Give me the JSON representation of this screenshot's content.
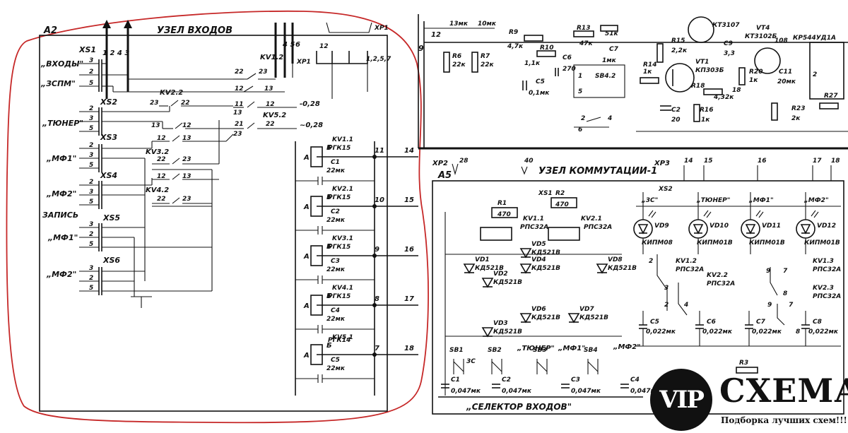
{
  "left_block": {
    "id": "A2",
    "title": "УЗЕЛ ВХОДОВ",
    "xp1": "XP1",
    "xs1": "XS1",
    "xs2": "XS2",
    "xs3": "XS3",
    "xs4": "XS4",
    "xs5": "XS5",
    "xs6": "XS6",
    "in_vhody": "„ВХОДЫ\"",
    "in_zspm": "„ЗСПМ\"",
    "in_tuner": "„ТЮНЕР\"",
    "in_mf1": "„МФ1\"",
    "in_mf2": "„МФ2\"",
    "zapis": "ЗАПИСЬ",
    "in_mf1b": "„МФ1\"",
    "in_mf2b": "„МФ2\"",
    "kv12": "KV1.2",
    "kv22": "KV2.2",
    "kv32": "KV3.2",
    "kv42": "KV4.2",
    "kv52": "KV5.2",
    "v028a": "-0,28",
    "v028b": "~0,28",
    "relays": [
      {
        "name": "KV1.1",
        "type": "РГК15",
        "cap": "C1",
        "cval": "22мк",
        "n1": "11",
        "n2": "14"
      },
      {
        "name": "KV2.1",
        "type": "РГК15",
        "cap": "C2",
        "cval": "22мк",
        "n1": "10",
        "n2": "15"
      },
      {
        "name": "KV3.1",
        "type": "РГК15",
        "cap": "C3",
        "cval": "22мк",
        "n1": "9",
        "n2": "16"
      },
      {
        "name": "KV4.1",
        "type": "РГК15",
        "cap": "C4",
        "cval": "22мк",
        "n1": "8",
        "n2": "17"
      },
      {
        "name": "KV5.1",
        "type": "РГК14",
        "cap": "C5",
        "cval": "22мк",
        "n1": "7",
        "n2": "18"
      }
    ],
    "rel_a": "А",
    "rel_b": "Б"
  },
  "top_right": {
    "r6": "R6",
    "r6v": "22к",
    "r7": "R7",
    "r7v": "22к",
    "c3": "13мк",
    "c4": "10мк",
    "r9": "R9",
    "r9v": "4,7к",
    "r10": "R10",
    "r10v": "1,1к",
    "r13": "R13",
    "r13v": "47к",
    "r51k": "51к",
    "c5": "C5",
    "c5v": "0,1мк",
    "c6": "C6",
    "c6v": "270",
    "c7": "C7",
    "c7v": "1мк",
    "sb42": "SB4.2",
    "r14": "R14",
    "r14v": "1к",
    "r15": "R15",
    "r15v": "2,2к",
    "vt1": "VT1",
    "vt1t": "КП303Б",
    "vt3": "КТ3107",
    "vt4": "VT4",
    "vt4t": "КТ3102Б",
    "c9": "C9",
    "c9v": "3,3",
    "r18": "R18",
    "r18v": "4,32к",
    "r16": "R16",
    "r16v": "1к",
    "c2": "C2",
    "c2v": "20",
    "r20": "R20",
    "r20v": "1к",
    "c11": "C11",
    "c11v": "20мк",
    "r23": "R23",
    "r23v": "2к",
    "kr": "КР544УД1А",
    "n9": "9",
    "n12": "12",
    "n108": "108"
  },
  "bottom_right": {
    "id": "A5",
    "title": "УЗЕЛ КОММУТАЦИИ-1",
    "xp2": "XP2",
    "xp3": "XP3",
    "xs1": "XS1",
    "xs2": "XS2",
    "pins_xp2": [
      "28",
      "40"
    ],
    "pins_xp3": [
      "14",
      "15",
      "16",
      "17",
      "18"
    ],
    "r1": "R1",
    "r1v": "470",
    "r2": "R2",
    "r2v": "470",
    "kv11": "KV1.1",
    "kv11t": "РПС32А",
    "kv21": "KV2.1",
    "kv21t": "РПС32А",
    "vd": [
      "VD1",
      "VD2",
      "VD3",
      "VD4",
      "VD5",
      "VD6",
      "VD7",
      "VD8"
    ],
    "vdt": "КД521В",
    "sb": [
      "SB1",
      "SB2",
      "SB3",
      "SB4"
    ],
    "sel_3c": "3С",
    "sel_tuner": "„ТЮНЕР\"",
    "sel_mf1": "„МФ1\"",
    "sel_mf2": "„МФ2\"",
    "caps_bottom": [
      {
        "n": "C1",
        "v": "0,047мк"
      },
      {
        "n": "C2",
        "v": "0,047мк"
      },
      {
        "n": "C3",
        "v": "0,047мк"
      },
      {
        "n": "C4",
        "v": "0,047мк"
      }
    ],
    "leds": [
      {
        "lbl": "„3С\"",
        "n": "VD9",
        "t": "КИПМ08"
      },
      {
        "lbl": "„ТЮНЕР\"",
        "n": "VD10",
        "t": "КИПМ01В"
      },
      {
        "lbl": "„МФ1\"",
        "n": "VD11",
        "t": "КИПМ01В"
      },
      {
        "lbl": "„МФ2\"",
        "n": "VD12",
        "t": "КИПМ01В"
      }
    ],
    "kv12": "KV1.2",
    "kv12t": "РПС32А",
    "kv22": "KV2.2",
    "kv22t": "РПС32А",
    "kv13": "KV1.3",
    "kv13t": "РПС32А",
    "kv23": "KV2.3",
    "kv23t": "РПС32А",
    "caps_right": [
      {
        "n": "C5",
        "v": "0,022мк"
      },
      {
        "n": "C6",
        "v": "0,022мк"
      },
      {
        "n": "C7",
        "v": "0,022мк"
      },
      {
        "n": "C8",
        "v": "0,022мк"
      }
    ],
    "r3": "R3",
    "footer": "„СЕЛЕКТОР ВХОДОВ\""
  },
  "logo": {
    "vip": "VIP",
    "word": "СХЕМА",
    "tagline": "Подборка лучших схем!!!"
  },
  "colors": {
    "ink": "#111111",
    "highlight": "#c62828",
    "paper": "#ffffff"
  }
}
